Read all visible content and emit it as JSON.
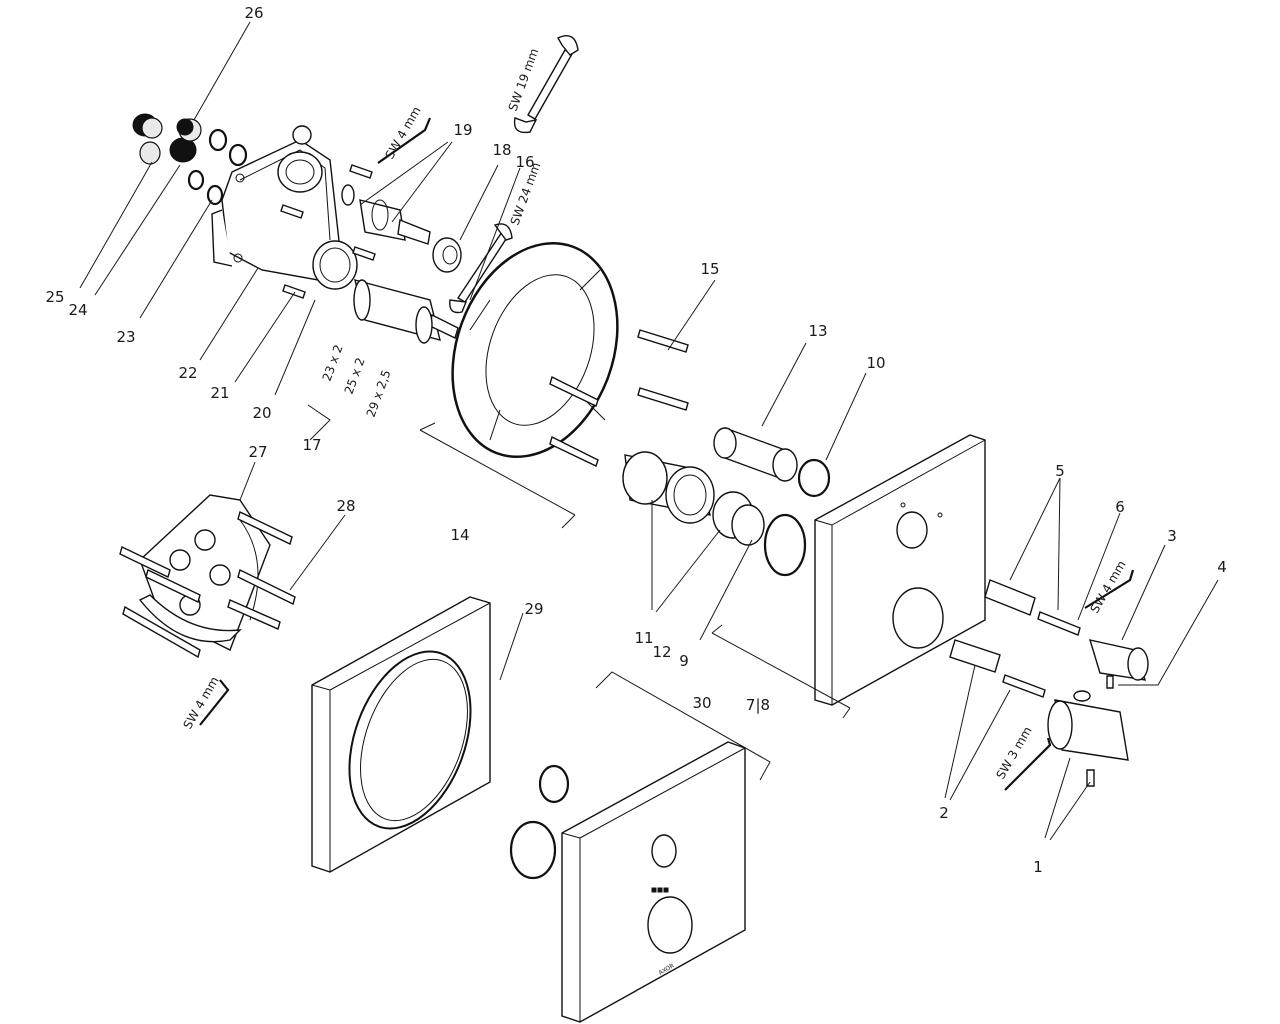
{
  "diagram": {
    "labels": {
      "p1": "1",
      "p2": "2",
      "p3": "3",
      "p4": "4",
      "p5": "5",
      "p6": "6",
      "p78": "7|8",
      "p9": "9",
      "p10": "10",
      "p11": "11",
      "p12": "12",
      "p13": "13",
      "p14": "14",
      "p15": "15",
      "p16": "16",
      "p17": "17",
      "p18": "18",
      "p19": "19",
      "p20": "20",
      "p21": "21",
      "p22": "22",
      "p23": "23",
      "p24": "24",
      "p25": "25",
      "p26": "26",
      "p27": "27",
      "p28": "28",
      "p29": "29",
      "p30": "30"
    },
    "o_rings": [
      "23 x 2",
      "25 x 2",
      "29 x 2,5"
    ],
    "tools": {
      "sw19": "SW 19 mm",
      "sw24": "SW 24 mm",
      "sw4_top": "SW 4 mm",
      "sw4_right": "SW 4 mm",
      "sw4_left": "SW 4 mm",
      "sw3": "SW 3 mm"
    },
    "brand": "AXOR"
  }
}
